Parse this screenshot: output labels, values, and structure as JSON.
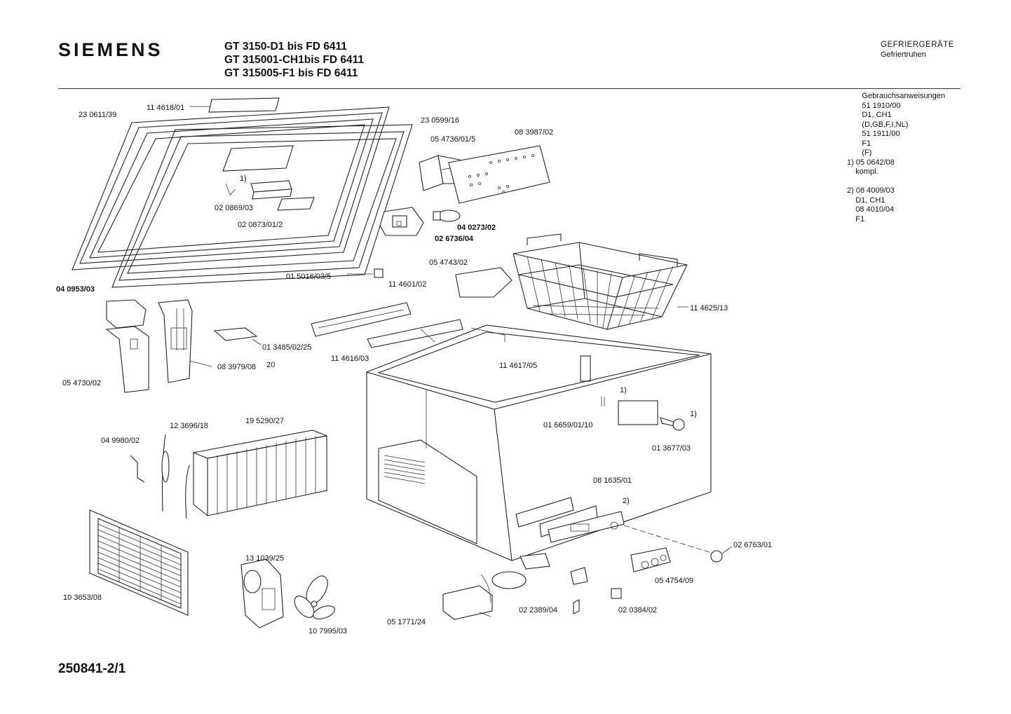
{
  "header": {
    "brand": "SIEMENS",
    "models": [
      "GT 3150-D1     bis FD 6411",
      "GT 315001-CH1bis FD 6411",
      "GT 315005-F1   bis FD 6411"
    ],
    "category": "GEFRIERGERÄTE",
    "subcategory": "Gefriertruhen"
  },
  "notes": [
    "       Gebrauchsanweisungen",
    "       51 1910/00",
    "       D1, CH1",
    "       (D,GB,F,I,NL)",
    "       51 1911/00",
    "       F1",
    "       (F)",
    "1) 05 0642/08",
    "    kompl.",
    "",
    "2) 08 4009/03",
    "    D1, CH1",
    "    08 4010/04",
    "    F1"
  ],
  "parts": {
    "p01": "11 4618/01",
    "p02": "23 0611/39",
    "p03": "23 0599/16",
    "p04": "05 4736/01/5",
    "p05": "08 3987/02",
    "p06": "02 0869/03",
    "p07": "02 0873/01/2",
    "p08": "04 0273/02",
    "p09": "02 6736/04",
    "p10": "01 5016/03/5",
    "p11": "11 4601/02",
    "p12": "05 4743/02",
    "p13": "11 4625/13",
    "p14": "04 0953/03",
    "p15": "01 3485/02/25",
    "p16": "11 4616/03",
    "p17": "11 4617/05",
    "p18": "08 3979/08",
    "p19": "05 4730/02",
    "p20": "12 3696/18",
    "p21": "19 5290/27",
    "p22": "04 9980/02",
    "p23": "01 6659/01/10",
    "p24": "01 3677/03",
    "p25": "08 1635/01",
    "p26": "02 6763/01",
    "p27": "05 4754/09",
    "p28": "10 3653/08",
    "p29": "13 1039/25",
    "p30": "02 2389/04",
    "p31": "02 0384/02",
    "p32": "05 1771/24",
    "p33": "10 7995/03"
  },
  "marks": {
    "m1": "1)",
    "m2": "1)",
    "m3": "1)",
    "m4": "2)",
    "m20": "20"
  },
  "footer": {
    "docnum": "250841-2/1"
  }
}
